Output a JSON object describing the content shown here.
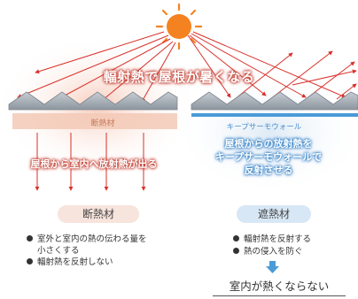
{
  "headline": "輻射熱で屋根が暑くなる",
  "left": {
    "material_label": "断熱材",
    "heat_text": "屋根から室内へ放射熱が出る",
    "pill": "断熱材",
    "bullets": [
      "室外と室内の熱の伝わる量を",
      "小さくする",
      "輻射熱を反射しない"
    ]
  },
  "right": {
    "material_label": "キープサーモウォール",
    "keep_text": "屋根からの放射熱を\nキープサーモウォールで\n反射させる",
    "pill": "遮熱材",
    "bullets": [
      "輻射熱を反射する",
      "熱の侵入を防ぐ"
    ],
    "result": "室内が熱くならない"
  },
  "colors": {
    "sun": "#f58220",
    "heat_red": "#d9302a",
    "insulation": "#f3c9b6",
    "keep_blue": "#4a9bd8",
    "roof": "#9aa3ab"
  }
}
